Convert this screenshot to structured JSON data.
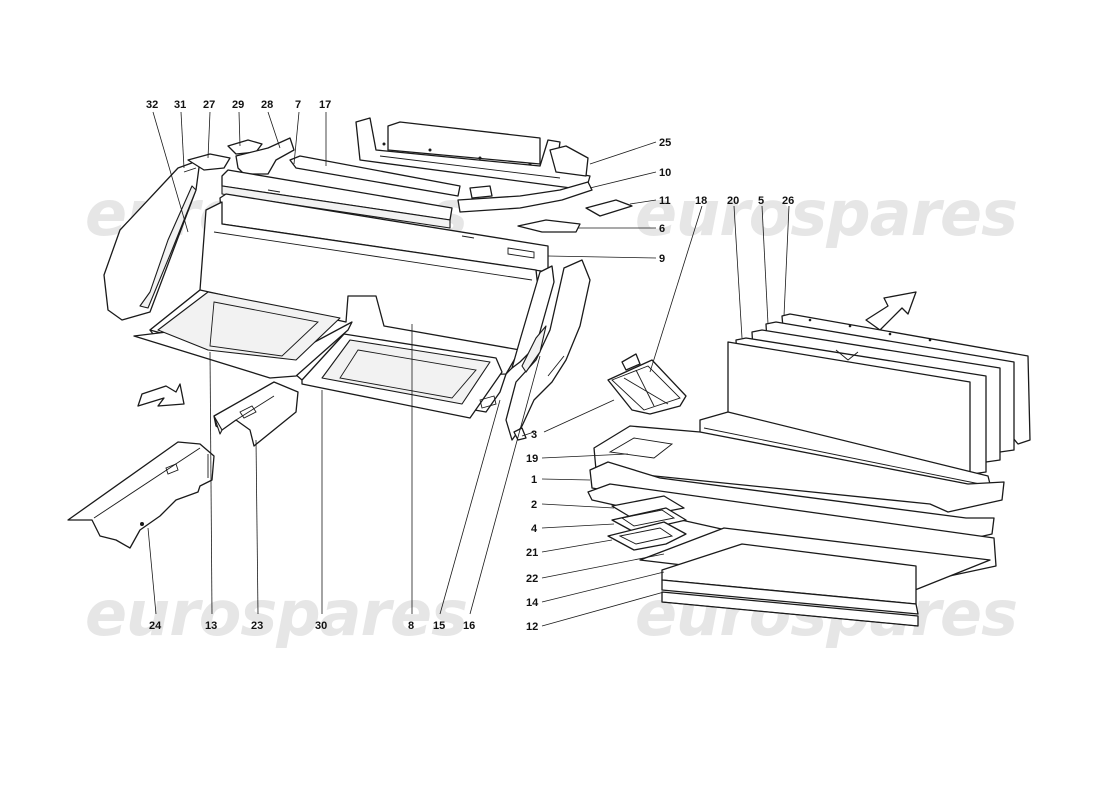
{
  "watermark": {
    "text": "eurospares",
    "color": "#e6e6e6"
  },
  "callouts": [
    {
      "id": "32",
      "label": "32"
    },
    {
      "id": "31",
      "label": "31"
    },
    {
      "id": "27",
      "label": "27"
    },
    {
      "id": "29",
      "label": "29"
    },
    {
      "id": "28",
      "label": "28"
    },
    {
      "id": "7",
      "label": "7"
    },
    {
      "id": "17",
      "label": "17"
    },
    {
      "id": "25",
      "label": "25"
    },
    {
      "id": "10",
      "label": "10"
    },
    {
      "id": "11",
      "label": "11"
    },
    {
      "id": "6",
      "label": "6"
    },
    {
      "id": "9",
      "label": "9"
    },
    {
      "id": "18",
      "label": "18"
    },
    {
      "id": "20",
      "label": "20"
    },
    {
      "id": "5",
      "label": "5"
    },
    {
      "id": "26",
      "label": "26"
    },
    {
      "id": "3",
      "label": "3"
    },
    {
      "id": "19",
      "label": "19"
    },
    {
      "id": "1",
      "label": "1"
    },
    {
      "id": "2",
      "label": "2"
    },
    {
      "id": "4",
      "label": "4"
    },
    {
      "id": "21",
      "label": "21"
    },
    {
      "id": "22",
      "label": "22"
    },
    {
      "id": "14",
      "label": "14"
    },
    {
      "id": "12",
      "label": "12"
    },
    {
      "id": "24",
      "label": "24"
    },
    {
      "id": "13",
      "label": "13"
    },
    {
      "id": "23",
      "label": "23"
    },
    {
      "id": "30",
      "label": "30"
    },
    {
      "id": "8",
      "label": "8"
    },
    {
      "id": "15",
      "label": "15"
    },
    {
      "id": "16",
      "label": "16"
    }
  ]
}
